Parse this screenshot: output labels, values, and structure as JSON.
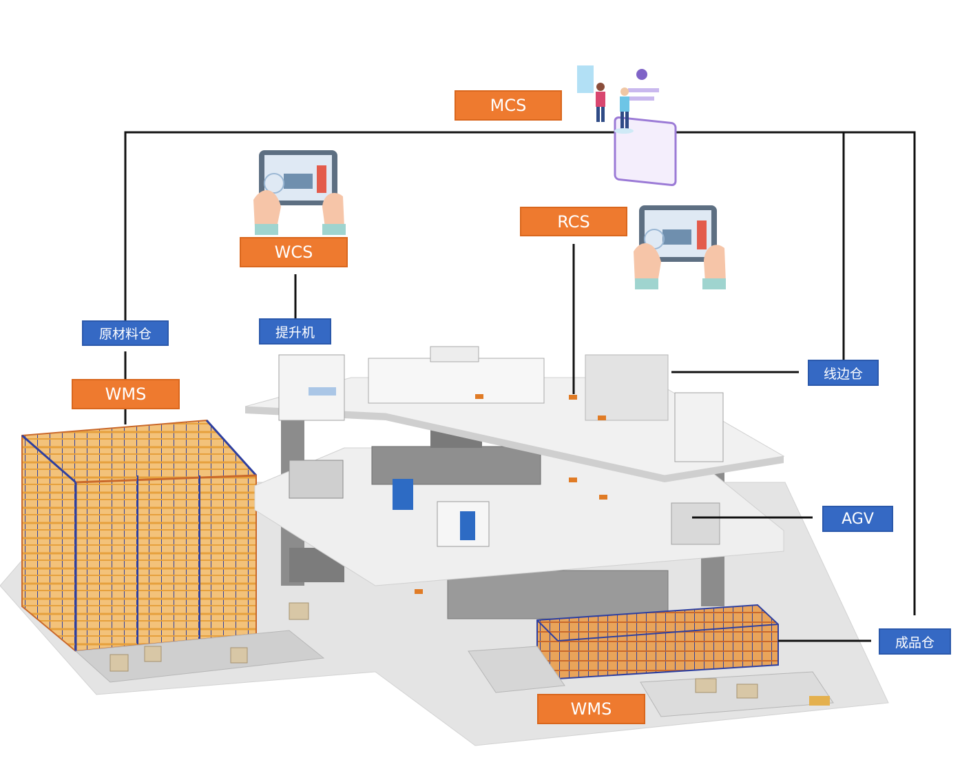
{
  "labels": {
    "mcs": "MCS",
    "wcs": "WCS",
    "rcs": "RCS",
    "wms_left": "WMS",
    "wms_bottom": "WMS",
    "raw_material": "原材料仓",
    "hoist": "提升机",
    "line_side": "线边仓",
    "agv": "AGV",
    "finished_goods": "成品仓"
  },
  "colors": {
    "system_label": "#ee7a2f",
    "location_label": "#3569c4",
    "connector": "#111111",
    "floor": "#e9e9e9",
    "rack_frame": "#e6a03c",
    "rack_upright": "#2d3fa0"
  },
  "icons": [
    "people-screen-icon",
    "tablet-hands-icon"
  ]
}
